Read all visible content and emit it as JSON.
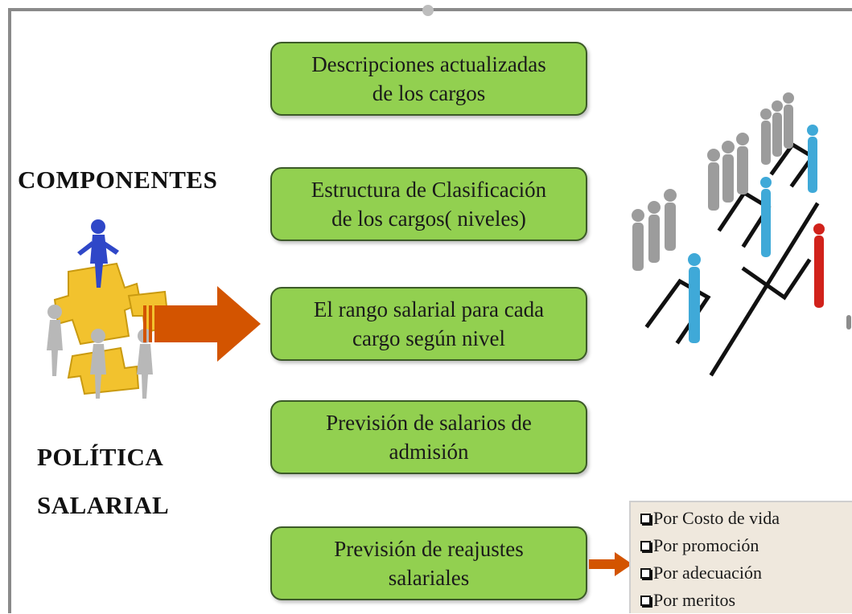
{
  "headings": {
    "components": "COMPONENTES",
    "policy_line1": "POLÍTICA",
    "policy_line2": "SALARIAL"
  },
  "boxes": [
    {
      "line1": "Descripciones actualizadas",
      "line2": "de los cargos"
    },
    {
      "line1": "Estructura de Clasificación",
      "line2": "de los cargos( niveles)"
    },
    {
      "line1": "El rango salarial para cada",
      "line2": "cargo según nivel"
    },
    {
      "line1": "Previsión de salarios de",
      "line2": "admisión"
    },
    {
      "line1": "Previsión de reajustes",
      "line2": "salariales"
    }
  ],
  "reasons": [
    "Por Costo de vida",
    "Por promoción",
    "Por adecuación",
    "Por meritos"
  ],
  "colors": {
    "box_fill": "#92d050",
    "box_border": "#3c5a28",
    "arrow": "#d35400",
    "reasons_bg": "#efe8dd"
  },
  "icons": {
    "left_illustration": "team-puzzle-icon",
    "right_illustration": "org-chart-people-icon",
    "big_arrow": "arrow-right-icon",
    "small_arrow": "arrow-right-icon",
    "checkbox": "checkbox-icon"
  }
}
